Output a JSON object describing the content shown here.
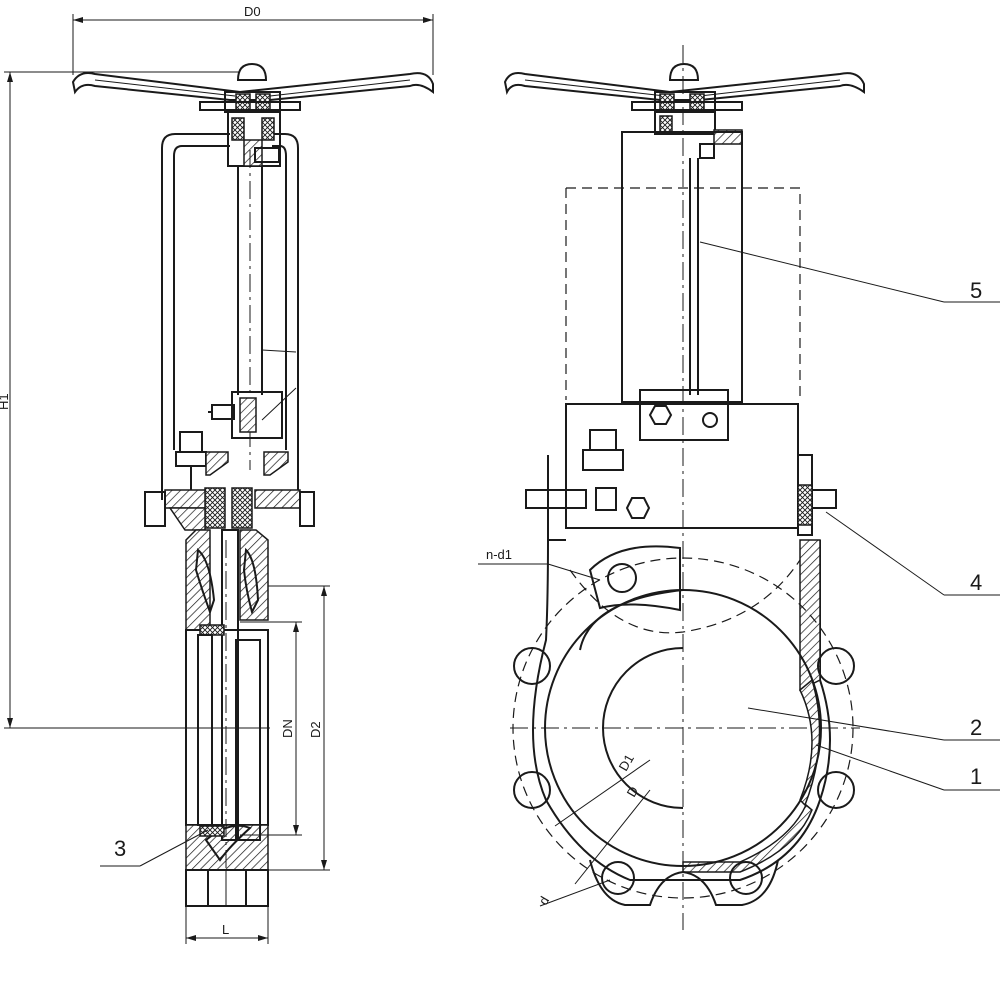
{
  "dimensions": {
    "d0": "D0",
    "h1": "H1",
    "dn": "DN",
    "d2": "D2",
    "l": "L",
    "d1": "D1",
    "d": "D",
    "small_d": "d",
    "nd1": "n-d1"
  },
  "callouts": {
    "c1": "1",
    "c2": "2",
    "c3": "3",
    "c4": "4",
    "c5": "5"
  }
}
